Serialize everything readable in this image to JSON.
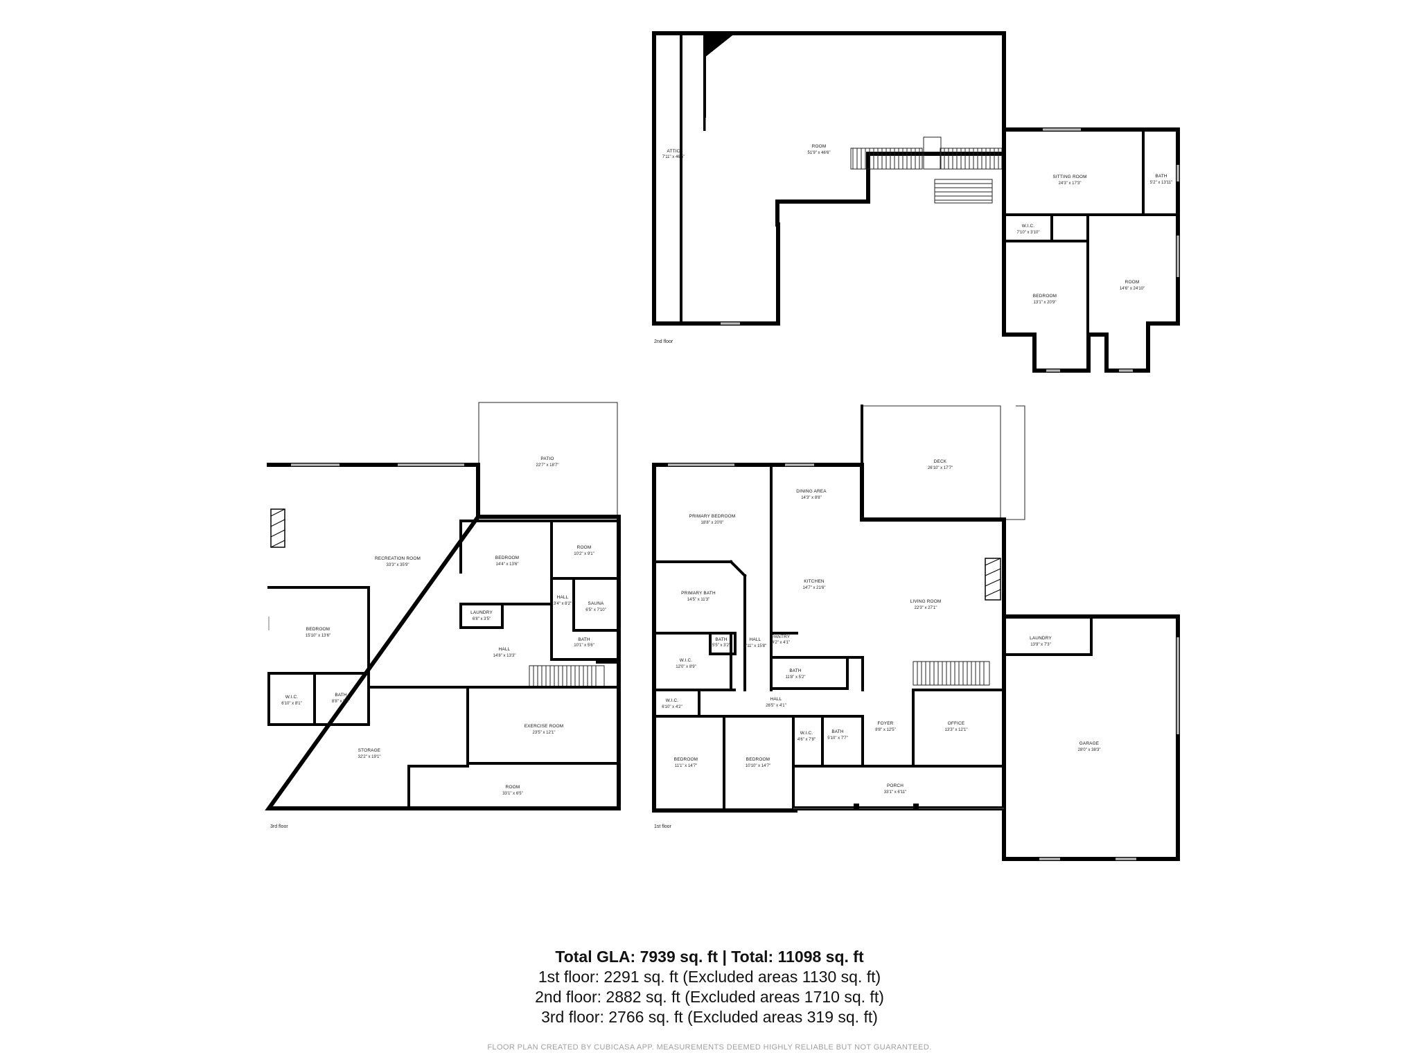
{
  "floors": [
    {
      "id": "floor3",
      "label": "3rd floor",
      "rooms": [
        {
          "id": "attic",
          "name": "ATTIC",
          "dims": "7'11\" x 46'5\""
        },
        {
          "id": "room-large",
          "name": "ROOM",
          "dims": "51'9\" x 46'6\""
        },
        {
          "id": "sitting",
          "name": "SITTING ROOM",
          "dims": "24'3\" x 17'3\""
        },
        {
          "id": "bath3",
          "name": "BATH",
          "dims": "5'2\" x 13'11\""
        },
        {
          "id": "wic3",
          "name": "W.I.C.",
          "dims": "7'10\" x 3'10\""
        },
        {
          "id": "bedroom3",
          "name": "BEDROOM",
          "dims": "13'1\" x 20'9\""
        },
        {
          "id": "room3b",
          "name": "ROOM",
          "dims": "14'6\" x 24'10\""
        }
      ]
    },
    {
      "id": "floor1",
      "label": "1st floor",
      "rooms": [
        {
          "id": "patio",
          "name": "PATIO",
          "dims": "22'7\" x 18'7\""
        },
        {
          "id": "recreation",
          "name": "RECREATION ROOM",
          "dims": "33'3\" x 35'9\""
        },
        {
          "id": "bedroom1a",
          "name": "BEDROOM",
          "dims": "14'4\" x 13'6\""
        },
        {
          "id": "room1a",
          "name": "ROOM",
          "dims": "10'2\" x 9'1\""
        },
        {
          "id": "hall1a",
          "name": "HALL",
          "dims": "3'4\" x 8'2\""
        },
        {
          "id": "sauna",
          "name": "SAUNA",
          "dims": "6'5\" x 7'10\""
        },
        {
          "id": "laundry1",
          "name": "LAUNDRY",
          "dims": "6'8\" x 3'5\""
        },
        {
          "id": "bath1a",
          "name": "BATH",
          "dims": "10'1\" x 5'6\""
        },
        {
          "id": "bedroom1b",
          "name": "BEDROOM",
          "dims": "15'10\" x 13'6\""
        },
        {
          "id": "hall1b",
          "name": "HALL",
          "dims": "14'8\" x 13'3\""
        },
        {
          "id": "wic1",
          "name": "W.I.C.",
          "dims": "6'10\" x 8'1\""
        },
        {
          "id": "bath1b",
          "name": "BATH",
          "dims": "8'8\" x 8'1\""
        },
        {
          "id": "exercise",
          "name": "EXERCISE ROOM",
          "dims": "23'5\" x 12'1\""
        },
        {
          "id": "storage",
          "name": "STORAGE",
          "dims": "32'2\" x 19'1\""
        },
        {
          "id": "room1b",
          "name": "ROOM",
          "dims": "33'1\" x 6'5\""
        }
      ]
    },
    {
      "id": "floor2",
      "label": "2nd floor",
      "rooms": [
        {
          "id": "deck",
          "name": "DECK",
          "dims": "26'10\" x 17'7\""
        },
        {
          "id": "primary-bed",
          "name": "PRIMARY BEDROOM",
          "dims": "18'8\" x 20'0\""
        },
        {
          "id": "dining",
          "name": "DINING AREA",
          "dims": "14'3\" x 8'8\""
        },
        {
          "id": "kitchen",
          "name": "KITCHEN",
          "dims": "14'7\" x 21'6\""
        },
        {
          "id": "living",
          "name": "LIVING ROOM",
          "dims": "22'3\" x 27'1\""
        },
        {
          "id": "primary-bath",
          "name": "PRIMARY BATH",
          "dims": "14'5\" x 11'3\""
        },
        {
          "id": "laundry2",
          "name": "LAUNDRY",
          "dims": "13'9\" x 7'3\""
        },
        {
          "id": "bath2a",
          "name": "BATH",
          "dims": "5'5\" x 3'2\""
        },
        {
          "id": "hall2a",
          "name": "HALL",
          "dims": "3'11\" x 15'8\""
        },
        {
          "id": "pantry",
          "name": "PANTRY",
          "dims": "4'2\" x 4'1\""
        },
        {
          "id": "wic2a",
          "name": "W.I.C.",
          "dims": "12'0\" x 8'9\""
        },
        {
          "id": "bath2b",
          "name": "BATH",
          "dims": "11'8\" x 5'2\""
        },
        {
          "id": "hall2b",
          "name": "HALL",
          "dims": "26'5\" x 4'1\""
        },
        {
          "id": "wic2b",
          "name": "W.I.C.",
          "dims": "6'10\" x 4'2\""
        },
        {
          "id": "wic2c",
          "name": "W.I.C.",
          "dims": "4'6\" x 7'8\""
        },
        {
          "id": "bath2c",
          "name": "BATH",
          "dims": "5'10\" x 7'7\""
        },
        {
          "id": "foyer",
          "name": "FOYER",
          "dims": "8'8\" x 12'5\""
        },
        {
          "id": "office",
          "name": "OFFICE",
          "dims": "13'3\" x 12'1\""
        },
        {
          "id": "garage",
          "name": "GARAGE",
          "dims": "28'0\" x 38'3\""
        },
        {
          "id": "bedroom2a",
          "name": "BEDROOM",
          "dims": "11'1\" x 14'7\""
        },
        {
          "id": "bedroom2b",
          "name": "BEDROOM",
          "dims": "10'10\" x 14'7\""
        },
        {
          "id": "porch",
          "name": "PORCH",
          "dims": "33'1\" x 6'11\""
        }
      ]
    }
  ],
  "summary": {
    "total_line": "Total GLA: 7939 sq. ft | Total: 11098 sq. ft",
    "floor1": "1st floor: 2291 sq. ft (Excluded areas 1130 sq. ft)",
    "floor2": "2nd floor: 2882 sq. ft (Excluded areas 1710 sq. ft)",
    "floor3": "3rd floor: 2766 sq. ft (Excluded areas 319 sq. ft)"
  },
  "disclaimer": "FLOOR PLAN CREATED BY CUBICASA APP. MEASUREMENTS DEEMED HIGHLY RELIABLE BUT NOT GUARANTEED."
}
